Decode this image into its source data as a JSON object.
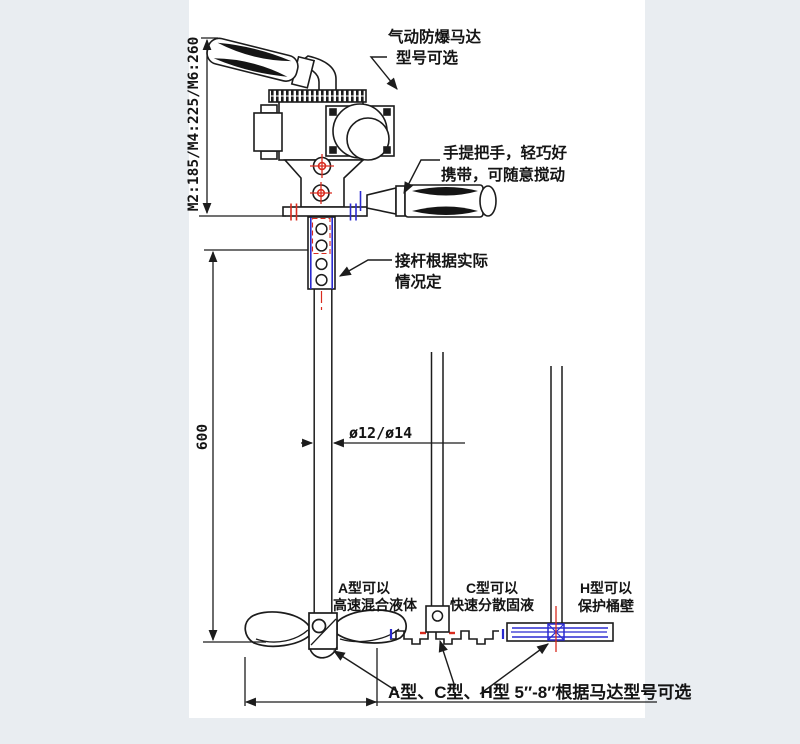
{
  "annotations": {
    "motor": {
      "line1": "气动防爆马达",
      "line2": "型号可选"
    },
    "handle": {
      "line1": "手提把手，轻巧好",
      "line2": "携带，可随意搅动"
    },
    "rod": {
      "line1": "接杆根据实际",
      "line2": "情况定"
    },
    "type_a": {
      "line1": "A型可以",
      "line2": "高速混合液体"
    },
    "type_c": {
      "line1": "C型可以",
      "line2": "快速分散固液"
    },
    "type_h": {
      "line1": "H型可以",
      "line2": "保护桶壁"
    },
    "bottom_note": "A型、C型、H型 5″-8″根据马达型号可选"
  },
  "dimensions": {
    "motor_height_options": "M2:185/M4:225/M6:260",
    "shaft_length": "600",
    "shaft_diameter": "ø12/ø14"
  },
  "colors": {
    "paper": "#ffffff",
    "margin": "#e9edf1",
    "line": "#1c1c1c",
    "accent_red": "#d92b1e",
    "accent_blue": "#2a2ad0"
  }
}
